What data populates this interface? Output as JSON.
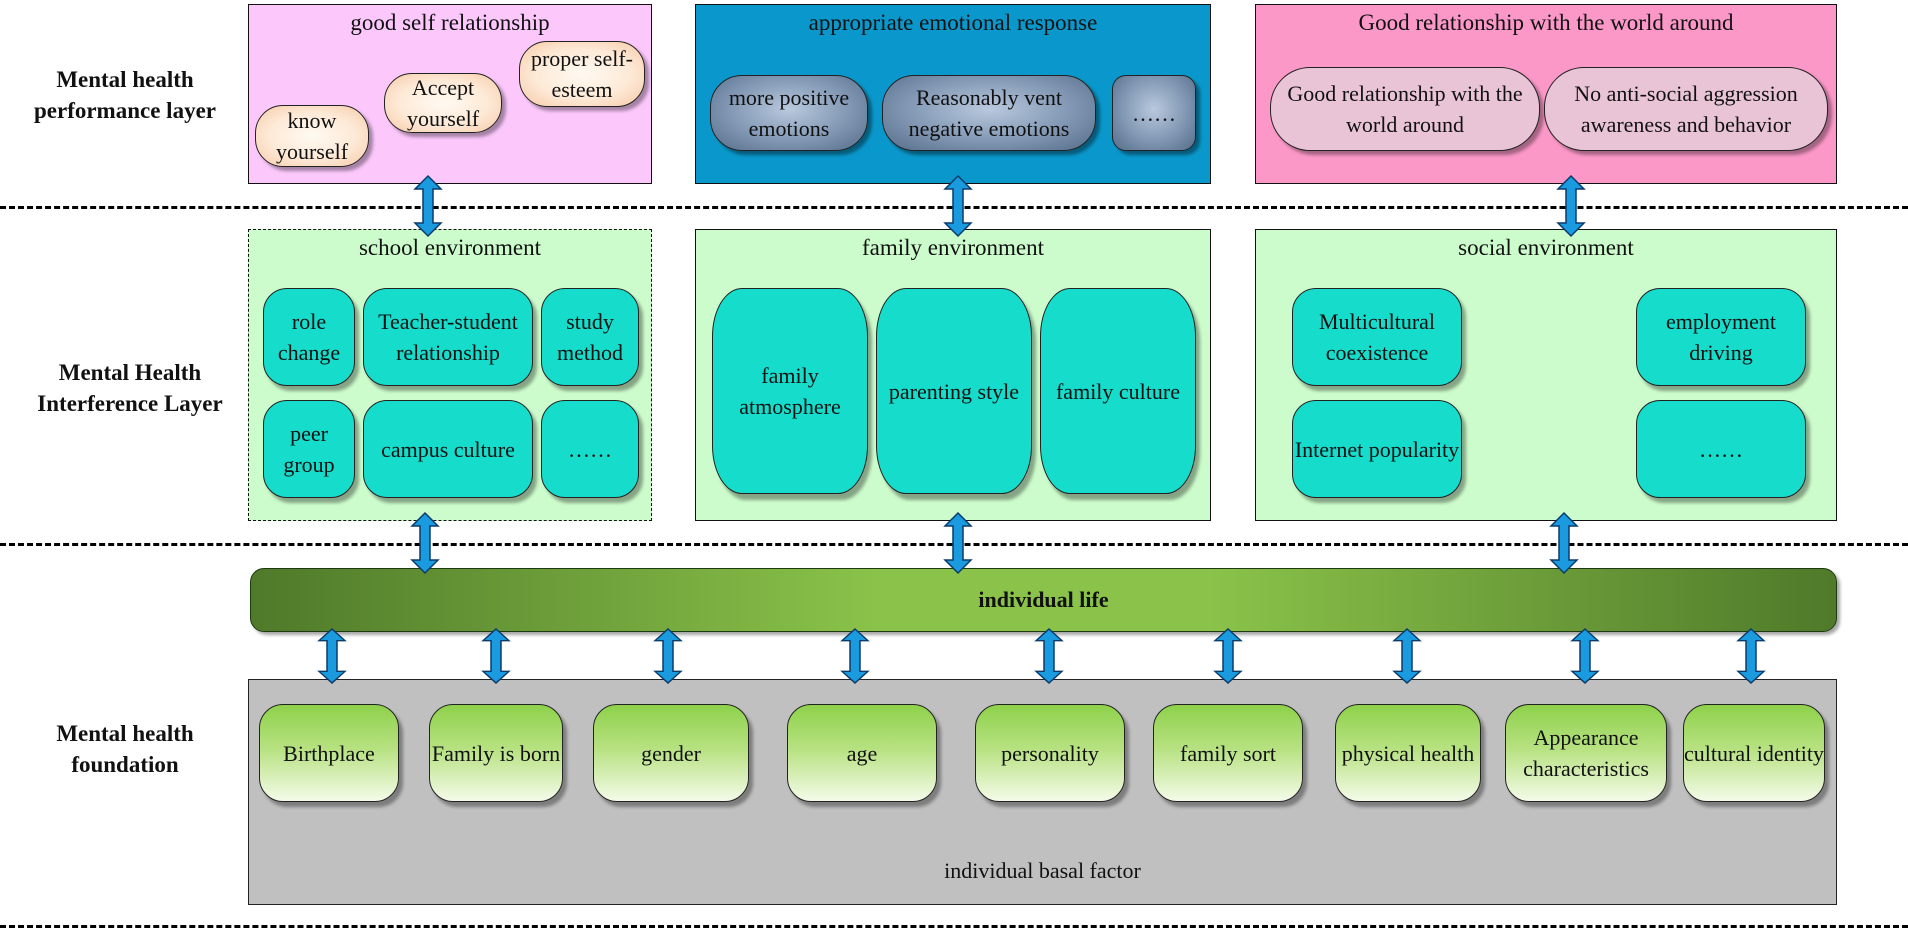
{
  "layers": {
    "performance": "Mental health performance layer",
    "interference": "Mental Health Interference Layer",
    "foundation": "Mental health foundation"
  },
  "performance": {
    "self": {
      "title": "good self relationship",
      "items": [
        "know yourself",
        "Accept yourself",
        "proper self-esteem"
      ]
    },
    "emotion": {
      "title": "appropriate emotional response",
      "items": [
        "more positive emotions",
        "Reasonably vent negative emotions",
        "……"
      ]
    },
    "world": {
      "title": "Good relationship with the world around",
      "items": [
        "Good relationship with the world around",
        "No anti-social aggression awareness and behavior"
      ]
    }
  },
  "interference": {
    "school": {
      "title": "school environment",
      "items": [
        "role change",
        "Teacher-student relationship",
        "study method",
        "peer group",
        "campus culture",
        "……"
      ]
    },
    "family": {
      "title": "family environment",
      "items": [
        "family atmosphere",
        "parenting style",
        "family culture"
      ]
    },
    "social": {
      "title": "social environment",
      "items": [
        "Multicultural coexistence",
        "employment driving",
        "Internet popularity",
        "……"
      ]
    }
  },
  "individual_life": "individual life",
  "foundation": {
    "items": [
      "Birthplace",
      "Family is born",
      "gender",
      "age",
      "personality",
      "family sort",
      "physical health",
      "Appearance characteristics",
      "cultural identity"
    ],
    "caption": "individual basal factor"
  },
  "colors": {
    "self_panel": "#fcc8fc",
    "emotion_panel": "#0a98cc",
    "world_panel": "#fc98c8",
    "interference_panel": "#ccfccc",
    "foundation_panel": "#c0c0c0",
    "arrow": "#1a9be0",
    "teal_pill": "#15dccb"
  }
}
